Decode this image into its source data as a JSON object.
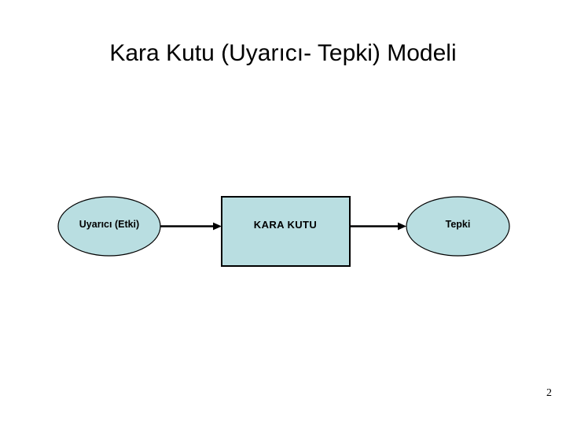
{
  "slide": {
    "title": "Kara Kutu (Uyarıcı- Tepki) Modeli",
    "page_number": "2",
    "background_color": "#ffffff",
    "title_color": "#000000"
  },
  "diagram": {
    "type": "flow",
    "shape_fill_color": "#b9dee1",
    "shape_stroke_color": "#000000",
    "connector_color": "#000000",
    "nodes": [
      {
        "id": "stimulus",
        "label": "Uyarıcı (Etki)",
        "shape": "ellipse"
      },
      {
        "id": "blackbox",
        "label": "KARA KUTU",
        "shape": "rectangle"
      },
      {
        "id": "response",
        "label": "Tepki",
        "shape": "ellipse"
      }
    ],
    "connectors": [
      {
        "id": "arrow-stimulus-to-blackbox",
        "from": "stimulus",
        "to": "blackbox",
        "style": "arrow"
      },
      {
        "id": "arrow-blackbox-to-response",
        "from": "blackbox",
        "to": "response",
        "style": "arrow"
      }
    ]
  }
}
